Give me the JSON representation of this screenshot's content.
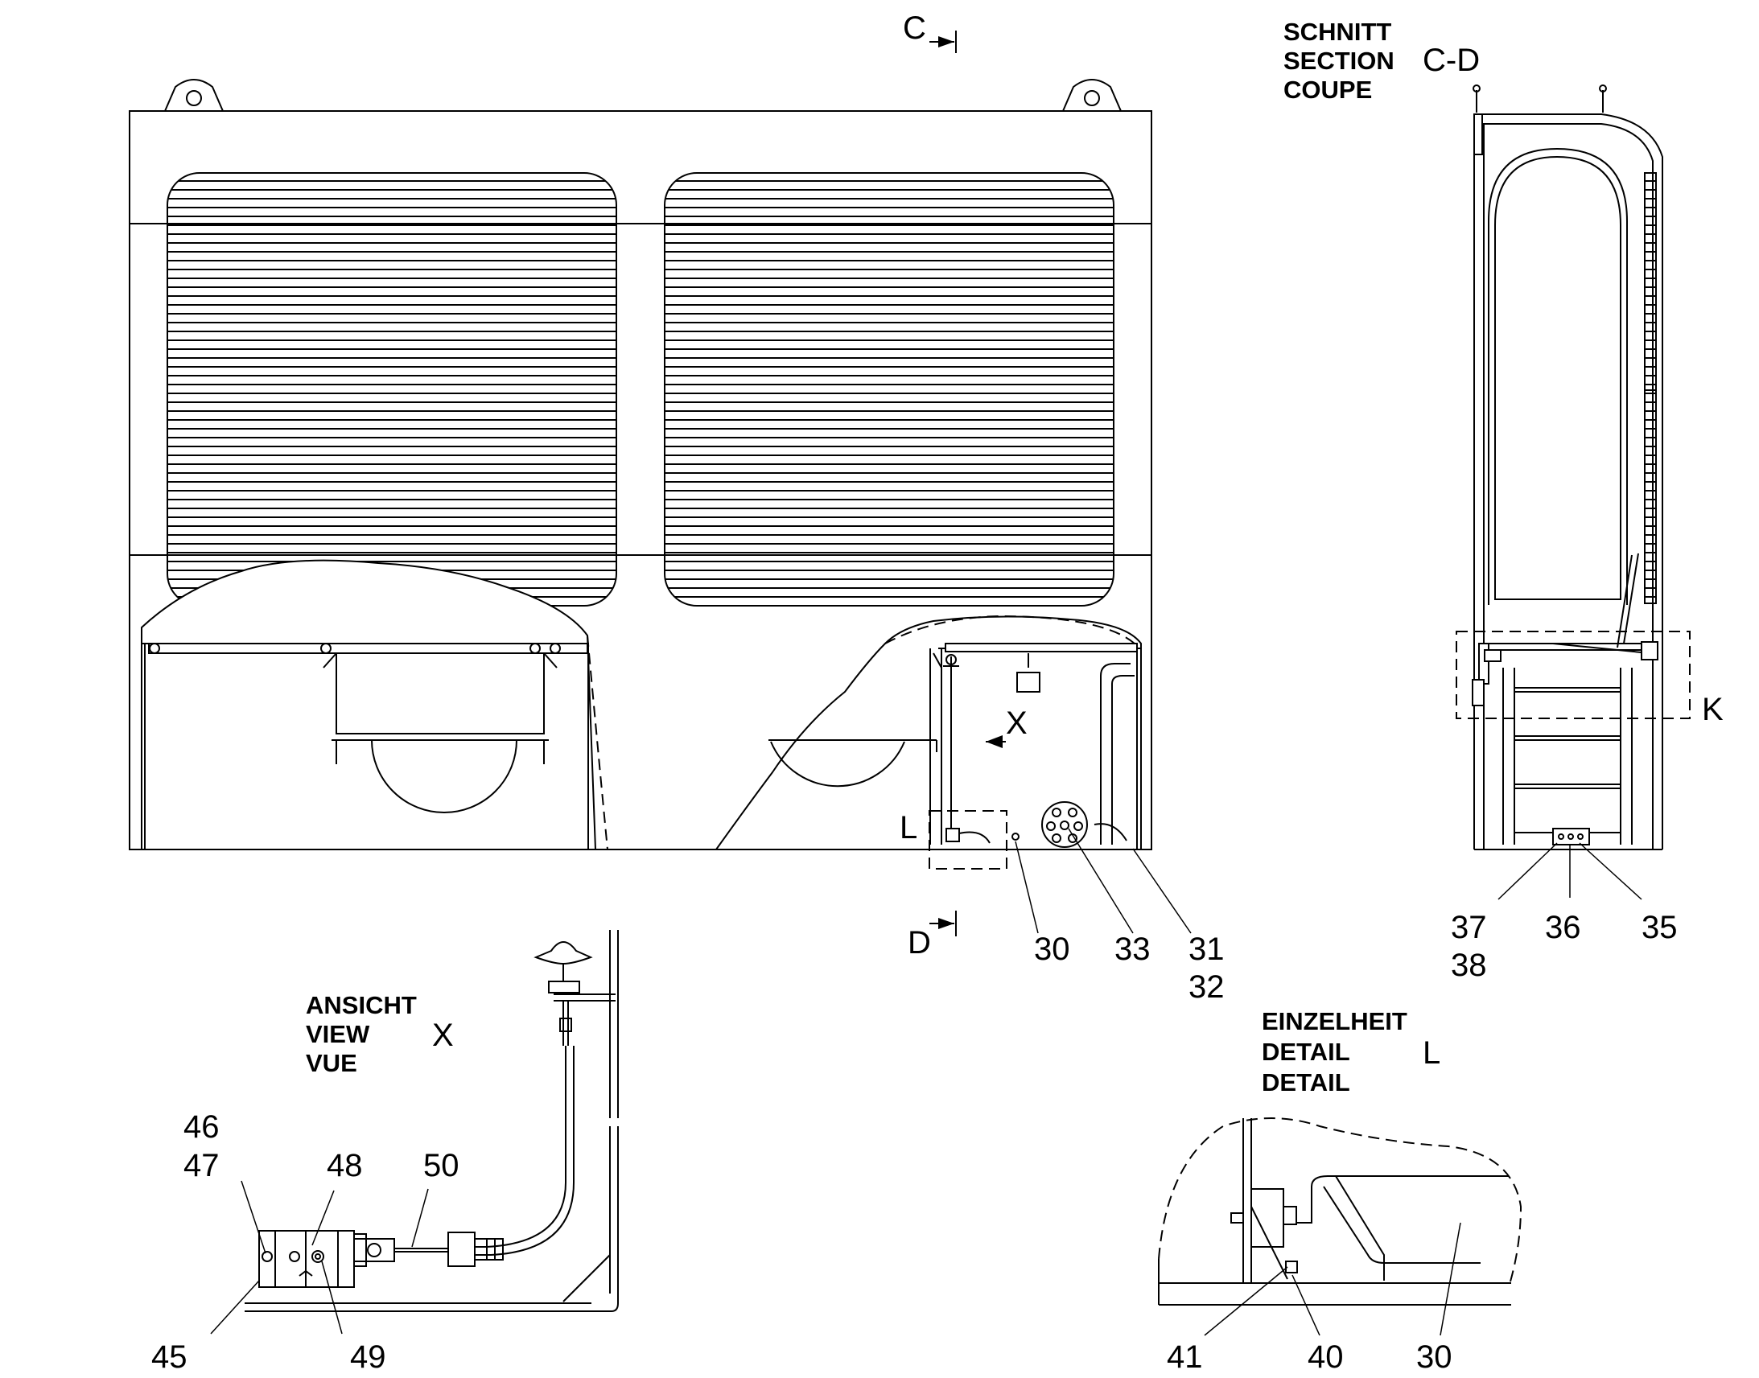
{
  "sections": {
    "schnitt": [
      "SCHNITT",
      "SECTION",
      "COUPE"
    ],
    "schnitt_id": "C-D",
    "ansicht": [
      "ANSICHT",
      "VIEW",
      "VUE"
    ],
    "ansicht_id": "X",
    "einzelheit": [
      "EINZELHEIT",
      "DETAIL",
      "DETAIL"
    ],
    "einzelheit_id": "L"
  },
  "markers": {
    "c": "C",
    "d": "D",
    "x": "X",
    "l": "L",
    "k": "K"
  },
  "callouts": {
    "n30": "30",
    "n33": "33",
    "n31": "31",
    "n32": "32",
    "n37": "37",
    "n38": "38",
    "n36": "36",
    "n35": "35",
    "n46": "46",
    "n47": "47",
    "n48": "48",
    "n50": "50",
    "n45": "45",
    "n49": "49",
    "n41": "41",
    "n40": "40",
    "n30b": "30"
  }
}
